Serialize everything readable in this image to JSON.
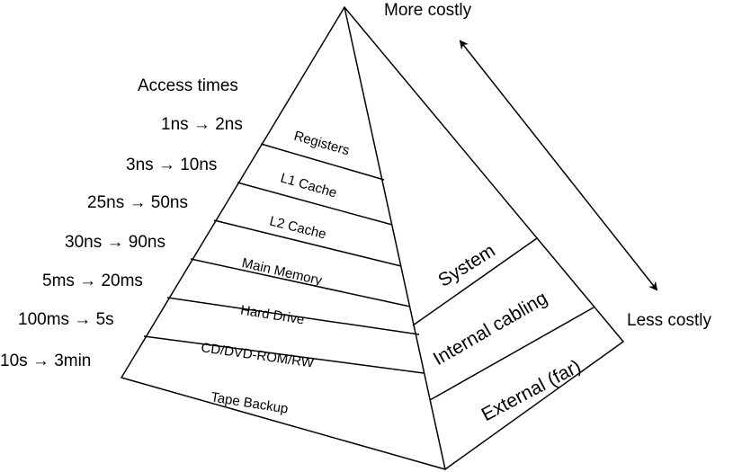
{
  "header": {
    "more_costly": "More costly",
    "less_costly": "Less costly",
    "access_times_title": "Access times"
  },
  "access_times": [
    "1ns → 2ns",
    "3ns → 10ns",
    "25ns → 50ns",
    "30ns → 90ns",
    "5ms → 20ms",
    "100ms → 5s",
    "10s → 3min"
  ],
  "tiers": [
    "Registers",
    "L1 Cache",
    "L2 Cache",
    "Main Memory",
    "Hard Drive",
    "CD/DVD-ROM/RW",
    "Tape Backup"
  ],
  "side_labels": [
    "System",
    "Internal cabling",
    "External (far)"
  ],
  "colors": {
    "line": "#000000",
    "background": "#ffffff",
    "text": "#000000"
  }
}
